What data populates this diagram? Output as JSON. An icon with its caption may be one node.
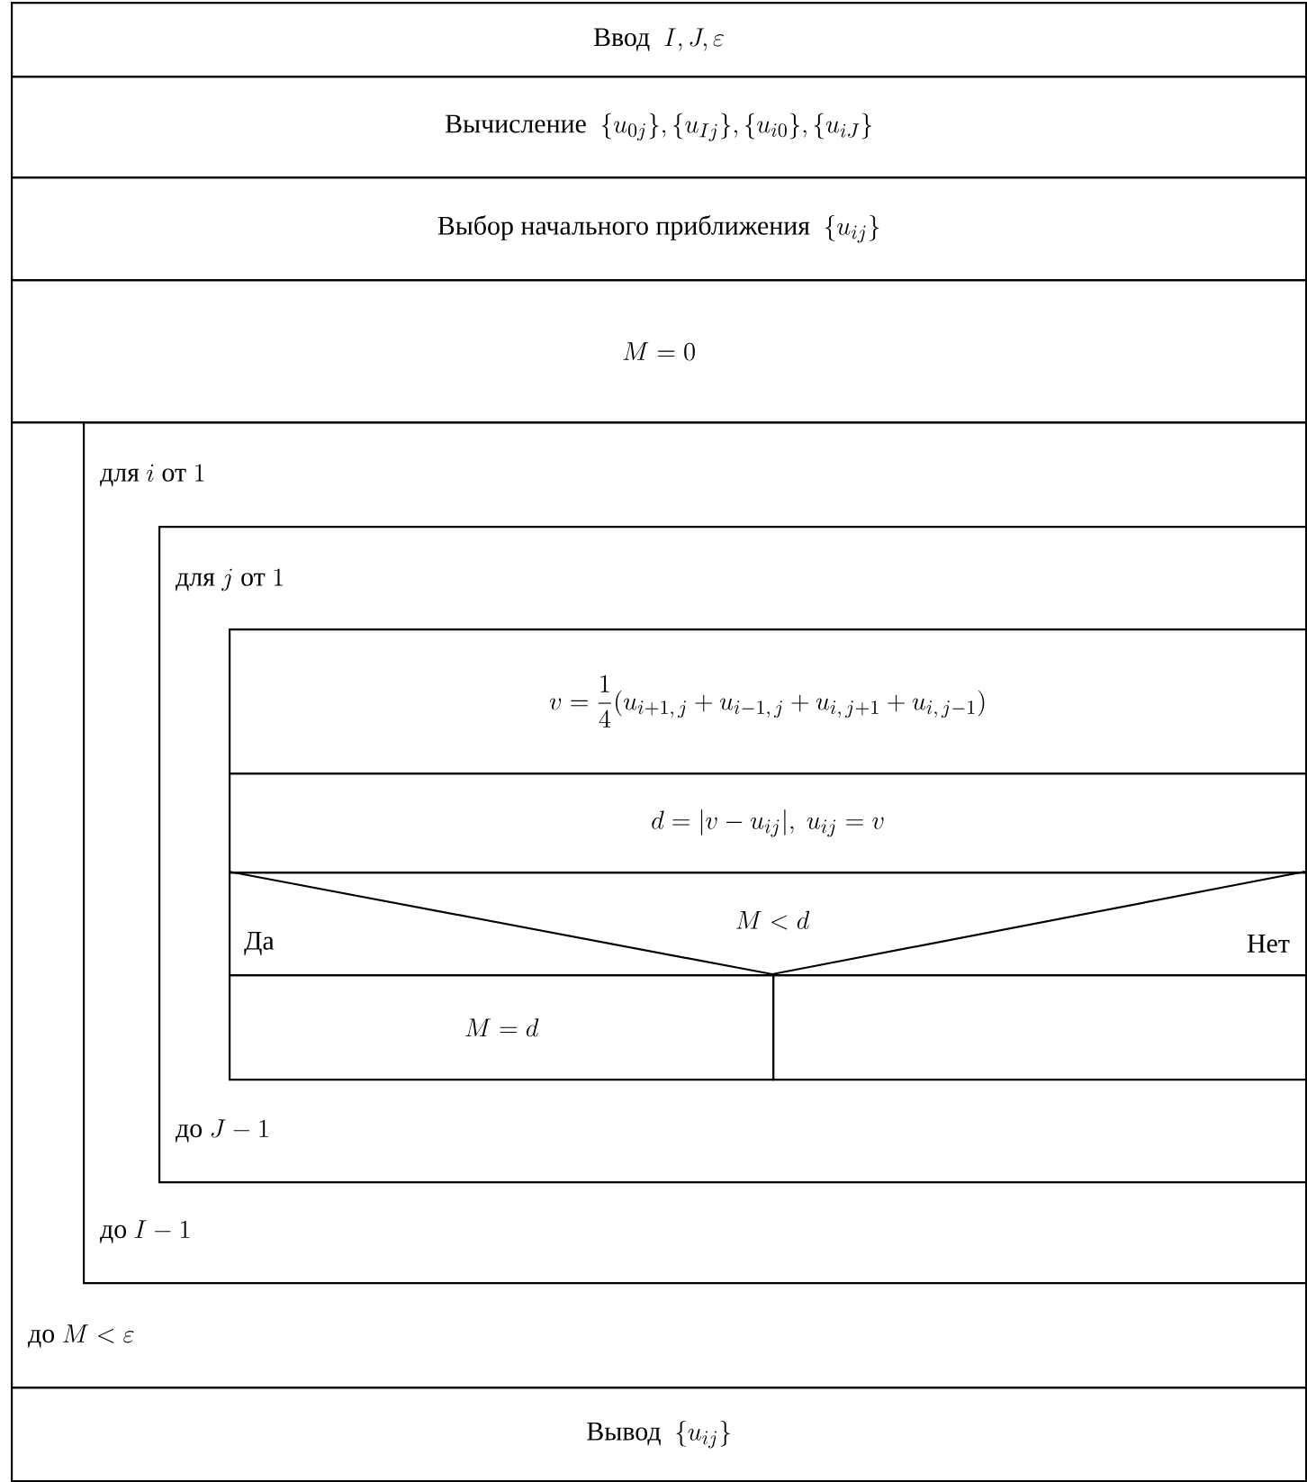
{
  "diagram": {
    "nodes": [
      {
        "text": [
          "\\text{Ввод}\\ \\ I, J, \\varepsilon"
        ]
      },
      {
        "text": [
          "\\text{Вычисление}\\ \\ \\{u_{0j}\\}, \\{u_{Ij}\\}, \\{u_{i0}\\}, \\{u_{iJ}\\}"
        ]
      },
      {
        "text": [
          "\\text{Выбор начального приближения}\\ \\ \\{u_{ij}\\}"
        ]
      },
      {
        "text": [
          "M = 0"
        ]
      },
      {
        "text": [
          "\\text{до}\\ M < \\varepsilon"
        ]
      },
      {
        "text": [
          "\\text{для}\\ i\\ \\text{от}\\ 1",
          "\\text{до}\\ I - 1"
        ],
        "in": 4
      },
      {
        "text": [
          "\\text{для}\\ j\\ \\text{от}\\ 1",
          "\\text{до}\\ J - 1"
        ],
        "in": 5
      },
      {
        "text": [
          "v = \\dfrac{1}{4}(u_{i+1,\\,j} + u_{i-1,\\,j} + u_{i,\\,j+1} + u_{i,\\,j-1})"
        ],
        "in": 6
      },
      {
        "text": [
          "d = |v - u_{ij}|,\\ u_{ij} = v"
        ],
        "in": 6
      },
      {
        "text": [
          "M < d",
          "\\text{Да}",
          "\\text{Нет}"
        ],
        "in": 6
      },
      {
        "text": [
          "M = d"
        ],
        "in": 6
      },
      {
        "text": [],
        "shape": "box",
        "in": 6
      },
      {
        "text": [
          "\\text{Вывод}\\ \\ \\{u_{ij}\\}"
        ]
      }
    ]
  }
}
